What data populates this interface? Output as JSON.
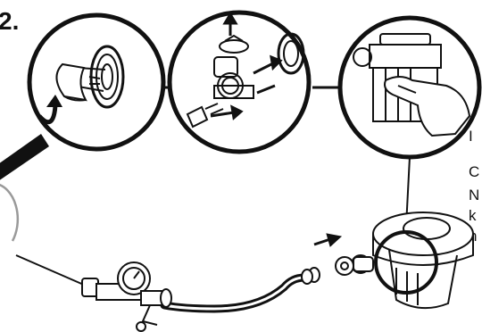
{
  "step": {
    "number": "2."
  },
  "side_text": {
    "line1": "I",
    "line2": "C",
    "line3": "N",
    "line4": "k",
    "line5": "n"
  },
  "colors": {
    "ink": "#111111",
    "light_stroke": "#9a9a9a",
    "background": "#ffffff"
  },
  "icons": {
    "callout_1": "unscrew-arrow-icon",
    "callout_2": "assembly-arrows-icon",
    "callout_3": "hand-press-icon",
    "main_pointer": "insert-arrow-icon"
  }
}
